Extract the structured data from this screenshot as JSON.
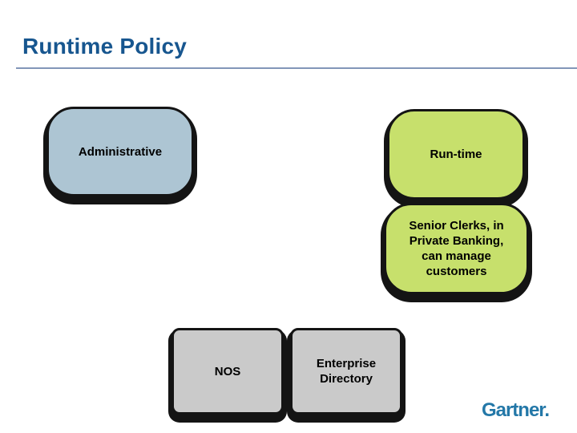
{
  "title": "Runtime Policy",
  "colors": {
    "title_text": "#17568f",
    "divider": "#8296b8",
    "administrative_fill": "#adc5d3",
    "runtime_fill": "#c7e06c",
    "infrastructure_fill": "#cacaca",
    "shape_border_shadow": "#141414",
    "logo_blue": "#2478a8"
  },
  "shapes": {
    "administrative": {
      "label": "Administrative"
    },
    "runtime": {
      "label": "Run-time"
    },
    "senior_clerks": {
      "label": "Senior Clerks, in\nPrivate Banking,\ncan manage\ncustomers"
    },
    "nos": {
      "label": "NOS"
    },
    "enterprise_directory": {
      "label": "Enterprise\nDirectory"
    }
  },
  "footer": {
    "logo": "Gartner."
  }
}
